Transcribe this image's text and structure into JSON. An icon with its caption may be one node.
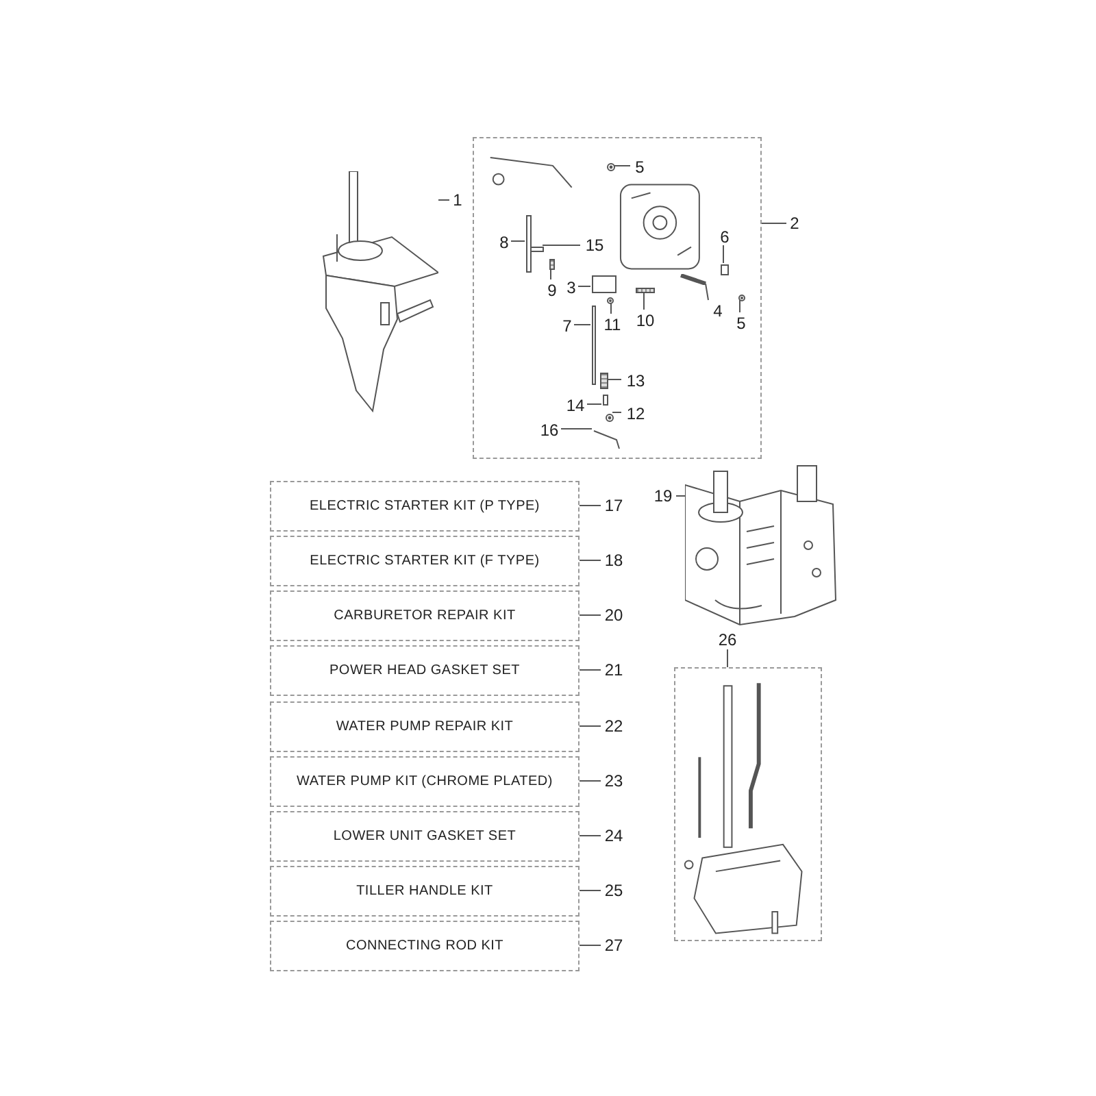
{
  "diagram": {
    "nodes": [
      {
        "text": [],
        "shape": "picture"
      },
      {
        "text": [
          "1"
        ]
      },
      {
        "text": [],
        "shape": "box"
      },
      {
        "text": [
          "2"
        ]
      },
      {
        "text": [
          "5"
        ],
        "in": 2
      },
      {
        "text": [
          "8"
        ],
        "in": 2
      },
      {
        "text": [
          "15"
        ],
        "in": 2
      },
      {
        "text": [
          "6"
        ],
        "in": 2
      },
      {
        "text": [
          "9"
        ],
        "in": 2
      },
      {
        "text": [
          "3"
        ],
        "in": 2
      },
      {
        "text": [
          "7"
        ],
        "in": 2
      },
      {
        "text": [
          "11"
        ],
        "in": 2
      },
      {
        "text": [
          "10"
        ],
        "in": 2
      },
      {
        "text": [
          "4"
        ],
        "in": 2
      },
      {
        "text": [
          "5"
        ],
        "in": 2
      },
      {
        "text": [
          "13"
        ],
        "in": 2
      },
      {
        "text": [
          "14"
        ],
        "in": 2
      },
      {
        "text": [
          "12"
        ],
        "in": 2
      },
      {
        "text": [
          "16"
        ],
        "in": 2
      },
      {
        "text": [
          "ELECTRIC STARTER KIT (P TYPE)"
        ]
      },
      {
        "text": [
          "17"
        ]
      },
      {
        "text": [
          "ELECTRIC STARTER KIT (F TYPE)"
        ]
      },
      {
        "text": [
          "18"
        ]
      },
      {
        "text": [
          "CARBURETOR REPAIR KIT"
        ]
      },
      {
        "text": [
          "20"
        ]
      },
      {
        "text": [
          "POWER HEAD GASKET SET"
        ]
      },
      {
        "text": [
          "21"
        ]
      },
      {
        "text": [
          "WATER PUMP REPAIR KIT"
        ]
      },
      {
        "text": [
          "22"
        ]
      },
      {
        "text": [
          "WATER PUMP KIT (CHROME PLATED)"
        ]
      },
      {
        "text": [
          "23"
        ]
      },
      {
        "text": [
          "LOWER UNIT GASKET SET"
        ]
      },
      {
        "text": [
          "24"
        ]
      },
      {
        "text": [
          "TILLER HANDLE KIT"
        ]
      },
      {
        "text": [
          "25"
        ]
      },
      {
        "text": [
          "CONNECTING ROD KIT"
        ]
      },
      {
        "text": [
          "27"
        ]
      },
      {
        "text": [],
        "shape": "picture"
      },
      {
        "text": [
          "19"
        ]
      },
      {
        "text": [],
        "shape": "box"
      },
      {
        "text": [
          "26"
        ]
      },
      {
        "text": [],
        "shape": "picture",
        "in": 2
      },
      {
        "text": [],
        "shape": "box",
        "in": 2
      },
      {
        "text": [],
        "shape": "box",
        "in": 2
      },
      {
        "text": [],
        "shape": "box",
        "in": 2
      },
      {
        "text": [],
        "shape": "picture",
        "in": 2
      },
      {
        "text": [],
        "shape": "box",
        "in": 2
      },
      {
        "text": [],
        "shape": "box",
        "in": 2
      },
      {
        "text": [],
        "shape": "picture",
        "in": 2
      },
      {
        "text": [],
        "shape": "picture",
        "in": 2
      },
      {
        "text": [],
        "shape": "picture",
        "in": 2
      },
      {
        "text": [],
        "shape": "picture",
        "in": 2
      },
      {
        "text": [],
        "shape": "picture",
        "in": 2
      },
      {
        "text": [],
        "shape": "box",
        "in": 2
      },
      {
        "text": [],
        "shape": "picture",
        "in": 2
      },
      {
        "text": [],
        "shape": "picture",
        "in": 2
      }
    ],
    "edges": [
      {
        "from": 1,
        "to": 0,
        "arrow": "none"
      },
      {
        "from": 3,
        "to": 2,
        "arrow": "none"
      },
      {
        "from": 4,
        "to": 41,
        "arrow": "none"
      },
      {
        "from": 5,
        "to": 42,
        "arrow": "none"
      },
      {
        "from": 6,
        "to": 43,
        "arrow": "none"
      },
      {
        "from": 7,
        "to": 44,
        "arrow": "none"
      },
      {
        "from": 8,
        "to": 45,
        "arrow": "none"
      },
      {
        "from": 9,
        "to": 46,
        "arrow": "none"
      },
      {
        "from": 10,
        "to": 47,
        "arrow": "none"
      },
      {
        "from": 11,
        "to": 48,
        "arrow": "none"
      },
      {
        "from": 12,
        "to": 49,
        "arrow": "none"
      },
      {
        "from": 13,
        "to": 50,
        "arrow": "none"
      },
      {
        "from": 14,
        "to": 51,
        "arrow": "none"
      },
      {
        "from": 15,
        "to": 52,
        "arrow": "none"
      },
      {
        "from": 16,
        "to": 53,
        "arrow": "none"
      },
      {
        "from": 17,
        "to": 54,
        "arrow": "none"
      },
      {
        "from": 18,
        "to": 55,
        "arrow": "none"
      },
      {
        "from": 20,
        "to": 19,
        "arrow": "none"
      },
      {
        "from": 22,
        "to": 21,
        "arrow": "none"
      },
      {
        "from": 24,
        "to": 23,
        "arrow": "none"
      },
      {
        "from": 26,
        "to": 25,
        "arrow": "none"
      },
      {
        "from": 28,
        "to": 27,
        "arrow": "none"
      },
      {
        "from": 30,
        "to": 29,
        "arrow": "none"
      },
      {
        "from": 32,
        "to": 31,
        "arrow": "none"
      },
      {
        "from": 34,
        "to": 33,
        "arrow": "none"
      },
      {
        "from": 36,
        "to": 35,
        "arrow": "none"
      },
      {
        "from": 38,
        "to": 37,
        "arrow": "none"
      },
      {
        "from": 40,
        "to": 39,
        "arrow": "none"
      }
    ]
  }
}
